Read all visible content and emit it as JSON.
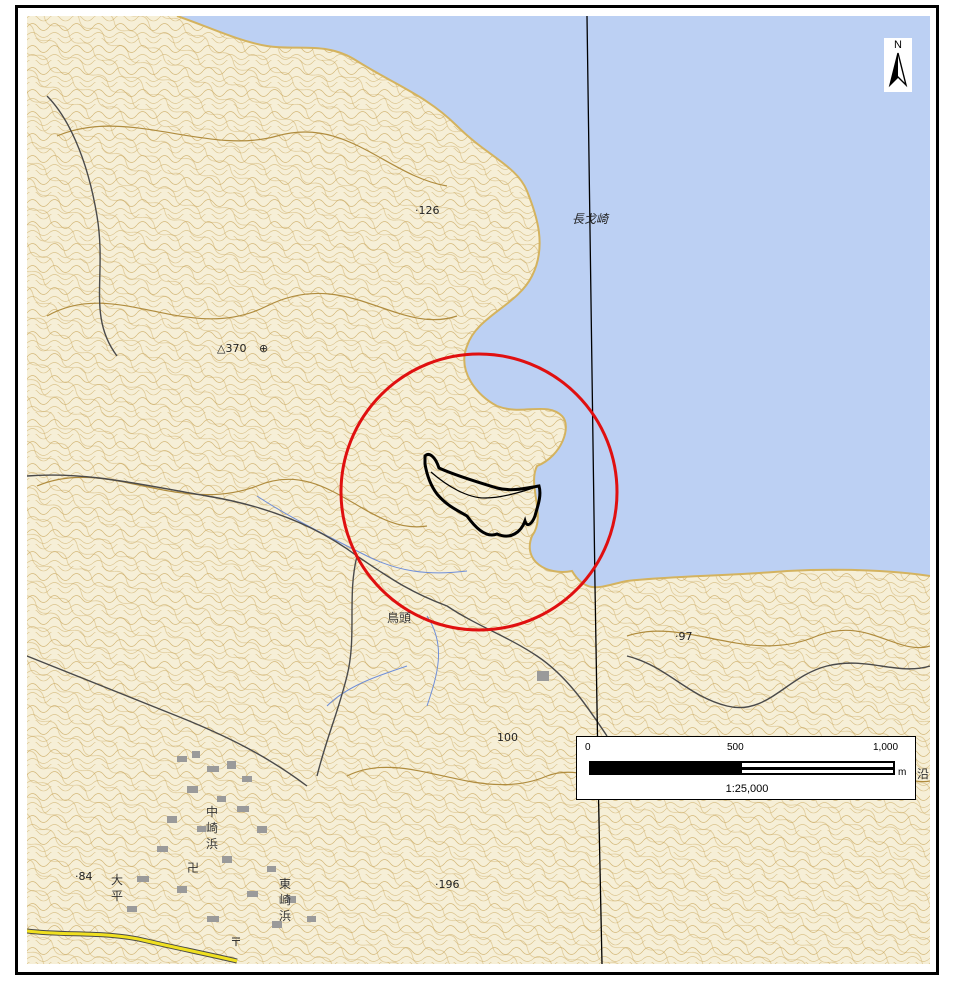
{
  "map": {
    "north_label": "N",
    "scale": {
      "ticks": [
        "0",
        "500",
        "1,000"
      ],
      "unit": "m",
      "ratio": "1:25,000",
      "max_value": 1000
    },
    "labels": {
      "cape_name": "長戈崎",
      "summit": "△370",
      "summit_mark": "⊕",
      "peak_126": "·126",
      "peak_97": "·97",
      "peak_196": "·196",
      "peak_84": "·84",
      "contour_100": "100",
      "place_karasugashira": "鳥頭",
      "place_nakahama_1": "中",
      "place_nakahama_2": "崎",
      "place_nakahama_3": "浜",
      "place_ohira_1": "大",
      "place_ohira_2": "平",
      "place_higashi_1": "東",
      "place_higashi_2": "崎",
      "place_higashi_3": "浜",
      "temple_mark": "卍",
      "post_mark": "〒",
      "edge_char": "沿"
    },
    "colors": {
      "sea": "#bcd0f3",
      "land": "#f6efd7",
      "contour": "#c8a55a",
      "contour_index": "#b08c3e",
      "coastline": "#d4b35f",
      "road": "#4a4a4a",
      "river": "#6f8ed8",
      "highway": "#f0e020",
      "highlight_circle": "#e01010",
      "study_area_outline": "#000000",
      "grid_line": "#000000"
    }
  }
}
